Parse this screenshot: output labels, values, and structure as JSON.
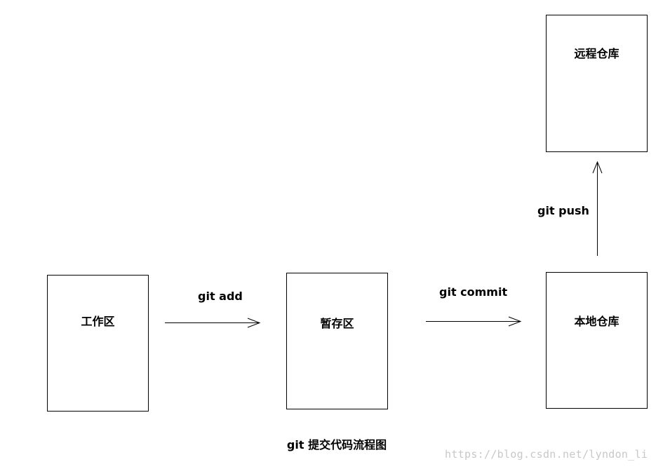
{
  "nodes": {
    "workspace": {
      "label": "工作区"
    },
    "staging": {
      "label": "暂存区"
    },
    "local_repo": {
      "label": "本地仓库"
    },
    "remote_repo": {
      "label": "远程仓库"
    }
  },
  "edges": {
    "add": {
      "label": "git add"
    },
    "commit": {
      "label": "git commit"
    },
    "push": {
      "label": "git push"
    }
  },
  "caption": "git 提交代码流程图",
  "watermark": "https://blog.csdn.net/lyndon_li",
  "colors": {
    "stroke": "#000000",
    "background": "#ffffff",
    "watermark": "#c8c8c8"
  }
}
